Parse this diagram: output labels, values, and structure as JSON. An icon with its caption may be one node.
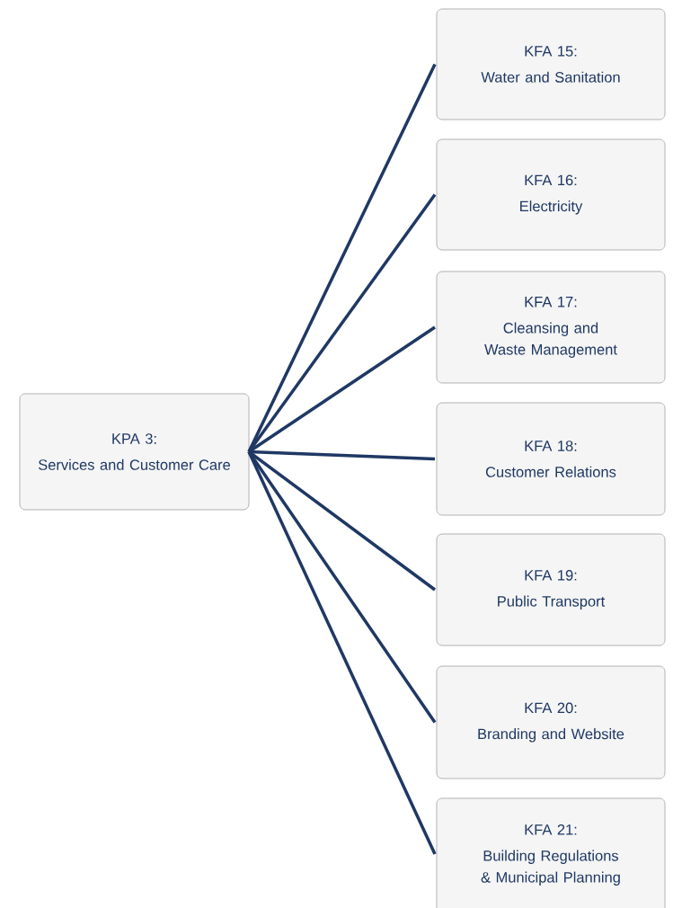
{
  "diagram": {
    "nodes": [
      {
        "text": [
          "KPA 3:",
          "Services and Customer Care"
        ]
      },
      {
        "text": [
          "KFA 15:",
          "Water and Sanitation"
        ]
      },
      {
        "text": [
          "KFA 16:",
          "Electricity"
        ]
      },
      {
        "text": [
          "KFA 17:",
          "Cleansing and Waste Management"
        ]
      },
      {
        "text": [
          "KFA 18:",
          "Customer Relations"
        ]
      },
      {
        "text": [
          "KFA 19:",
          "Public Transport"
        ]
      },
      {
        "text": [
          "KFA 20:",
          "Branding and Website"
        ]
      },
      {
        "text": [
          "KFA 21:",
          "Building Regulations & Municipal Planning"
        ]
      }
    ],
    "edges": [
      {
        "from": 0,
        "to": 1,
        "arrow": "none"
      },
      {
        "from": 0,
        "to": 2,
        "arrow": "none"
      },
      {
        "from": 0,
        "to": 3,
        "arrow": "none"
      },
      {
        "from": 0,
        "to": 4,
        "arrow": "none"
      },
      {
        "from": 0,
        "to": 5,
        "arrow": "none"
      },
      {
        "from": 0,
        "to": 6,
        "arrow": "none"
      },
      {
        "from": 0,
        "to": 7,
        "arrow": "none"
      }
    ]
  }
}
